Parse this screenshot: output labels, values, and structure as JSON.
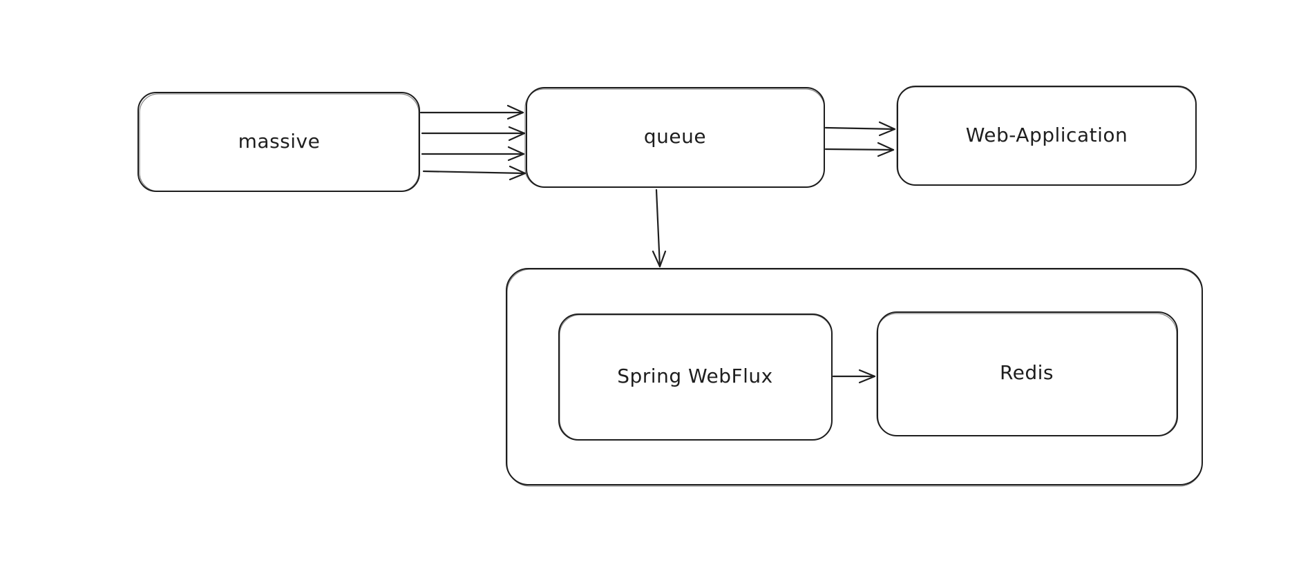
{
  "diagram": {
    "colors": {
      "stroke": "#1e1e1e",
      "background": "#ffffff"
    },
    "nodes": {
      "massive": "massive",
      "queue": "queue",
      "web_application": "Web-Application",
      "spring_webflux": "Spring WebFlux",
      "redis": "Redis"
    },
    "edges": [
      {
        "from": "massive",
        "to": "queue",
        "count": 4
      },
      {
        "from": "queue",
        "to": "web_application",
        "count": 2
      },
      {
        "from": "queue",
        "to": "service_group",
        "count": 1
      },
      {
        "from": "spring_webflux",
        "to": "redis",
        "count": 1
      }
    ]
  }
}
